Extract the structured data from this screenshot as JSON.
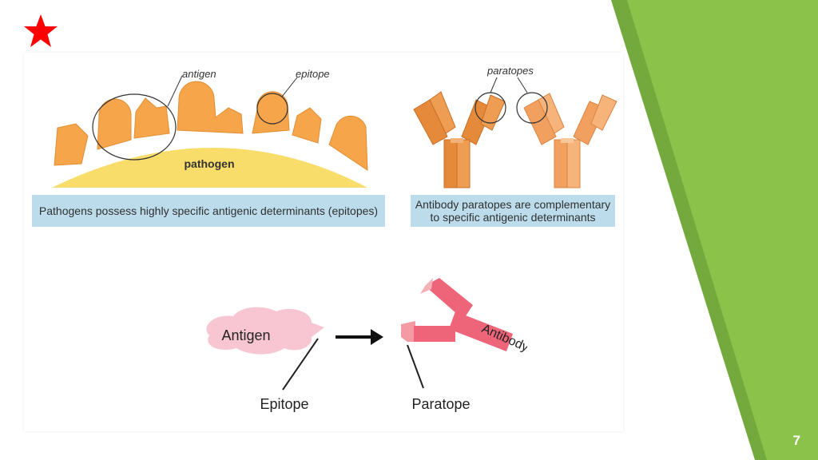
{
  "slide": {
    "page_number": "7",
    "colors": {
      "accent_green": "#8bc34a",
      "accent_green_dark": "#72a93b",
      "star": "#ff0000"
    }
  },
  "top_left": {
    "label_antigen": "antigen",
    "label_epitope": "epitope",
    "label_pathogen": "pathogen",
    "caption": "Pathogens possess highly specific antigenic determinants (epitopes)"
  },
  "top_right": {
    "label_paratopes": "paratopes",
    "caption_line1": "Antibody paratopes are complementary",
    "caption_line2": "to specific antigenic determinants"
  },
  "bottom": {
    "antigen": "Antigen",
    "antibody": "Antibody",
    "epitope": "Epitope",
    "paratope": "Paratope"
  }
}
